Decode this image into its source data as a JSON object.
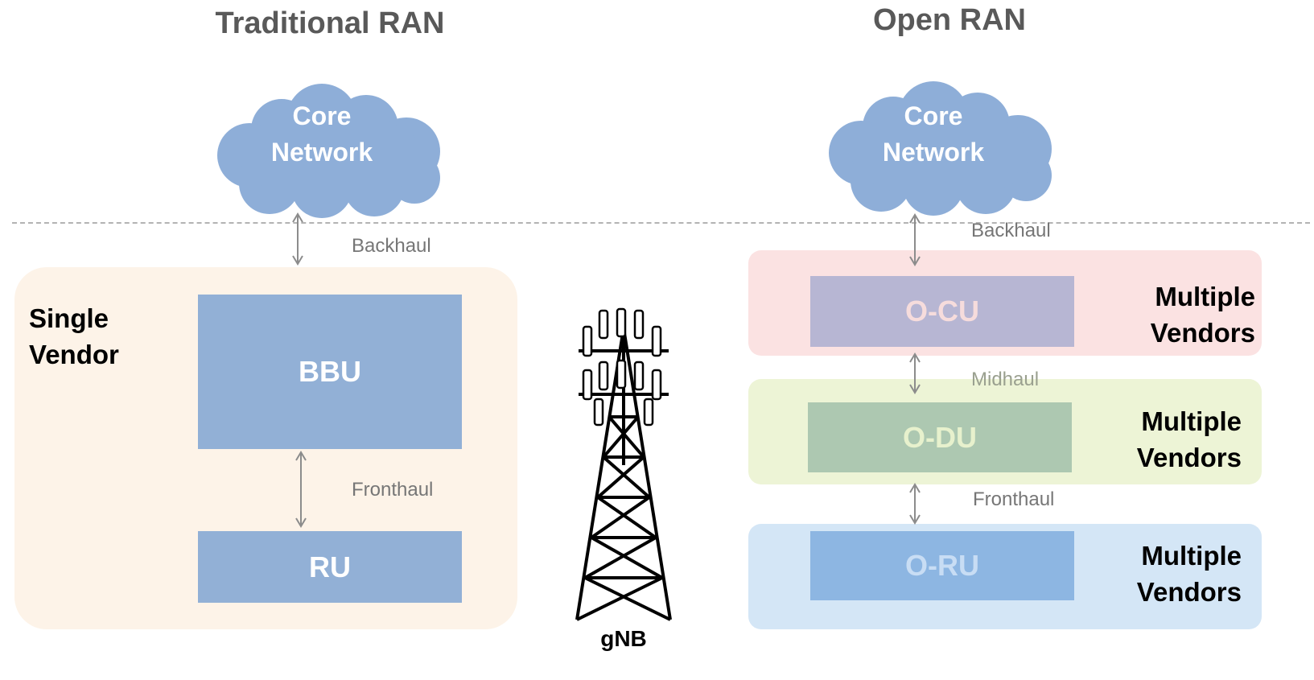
{
  "traditional": {
    "title": "Traditional RAN",
    "cloud_line1": "Core",
    "cloud_line2": "Network",
    "backhaul": "Backhaul",
    "fronthaul": "Fronthaul",
    "vendor_line1": "Single",
    "vendor_line2": "Vendor",
    "bbu": "BBU",
    "ru": "RU"
  },
  "open": {
    "title": "Open RAN",
    "cloud_line1": "Core",
    "cloud_line2": "Network",
    "backhaul": "Backhaul",
    "midhaul": "Midhaul",
    "fronthaul": "Fronthaul",
    "ocu": "O-CU",
    "odu": "O-DU",
    "oru": "O-RU",
    "vendor_line1": "Multiple",
    "vendor_line2": "Vendors"
  },
  "tower_label": "gNB",
  "colors": {
    "cloud": "#8eaed8",
    "box_blue": "#92b0d6",
    "single_vendor_panel": "#fdf3e8",
    "ocu_panel": "#fbe2e2",
    "ocu_box": "#b7b6d3",
    "ocu_text": "#f6dcdc",
    "odu_panel": "#edf4d6",
    "odu_box": "#adc8b1",
    "odu_text": "#e7f1cd",
    "oru_panel": "#d4e6f6",
    "oru_box": "#8db6e2",
    "oru_text": "#c8ddf4"
  }
}
